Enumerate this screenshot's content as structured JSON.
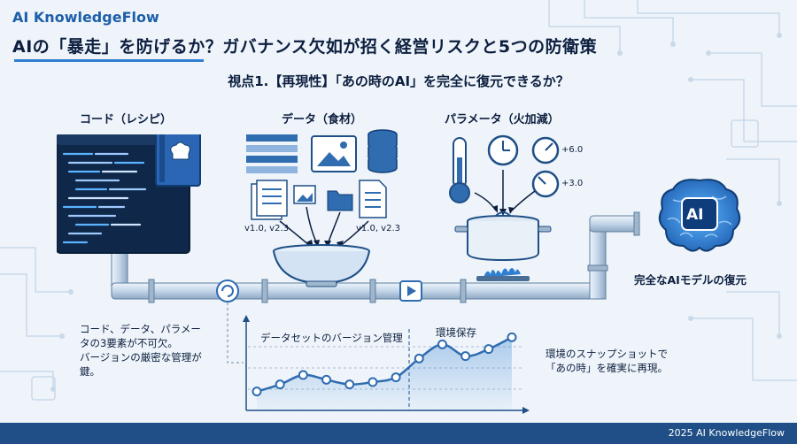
{
  "header": {
    "brand": "AI KnowledgeFlow",
    "title": "AIの「暴走」を防げるか？ガバナンス欠如が招く経営リスクと5つの防衛策",
    "viewpoint": "視点1.【再現性】「あの時のAI」を完全に復元できるか？"
  },
  "sections": {
    "code": {
      "label": "コード（レシピ）"
    },
    "data": {
      "label": "データ（食材）",
      "version_left": "v1.0, v2.3",
      "version_right": "v1.0, v2.3"
    },
    "params": {
      "label": "パラメータ（火加減）",
      "gauge_top": "+6.0",
      "gauge_bottom": "+3.0"
    }
  },
  "ai": {
    "badge": "AI",
    "result": "完全なAIモデルの復元"
  },
  "notes": {
    "left_line1": "コード、データ、パラメー",
    "left_line2": "タの3要素が不可欠。",
    "left_line3": "バージョンの厳密な管理が",
    "left_line4": "鍵。",
    "right_line1": "環境のスナップショットで",
    "right_line2": "「あの時」を確実に再現。"
  },
  "chart": {
    "title_left": "データセットのバージョン管理",
    "title_right": "環境保存"
  },
  "chart_data": {
    "type": "line",
    "x": [
      0,
      1,
      2,
      3,
      4,
      5,
      6,
      7,
      8,
      9,
      10,
      11
    ],
    "series": [
      {
        "values": [
          1.0,
          1.3,
          1.7,
          1.5,
          1.3,
          1.4,
          1.6,
          2.4,
          3.0,
          2.5,
          2.8,
          3.3
        ]
      }
    ],
    "title": "データセットのバージョン管理",
    "grid": true,
    "annotations": [
      "環境保存"
    ]
  },
  "colors": {
    "brand": "#1d5fa8",
    "navy": "#0d1f3f",
    "accent": "#2f7fd1",
    "footer": "#1f4f86",
    "pipe": "#bfd3e6"
  },
  "footer": {
    "text": "2025 AI KnowledgeFlow"
  }
}
